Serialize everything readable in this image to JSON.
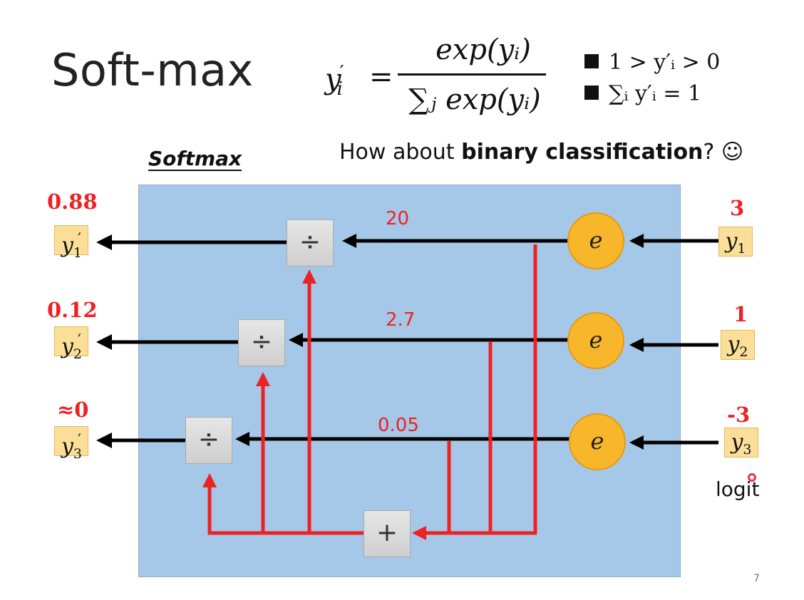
{
  "slide": {
    "title": "Soft-max",
    "formula": {
      "lhs": "y",
      "lhs_prime": "′",
      "lhs_sub": "i",
      "equals": "=",
      "numerator": "exp(yᵢ)",
      "denominator": "∑ⱼ exp(yᵢ)"
    },
    "properties": [
      {
        "text": "1 > y′ᵢ > 0"
      },
      {
        "text": "∑ᵢ y′ᵢ = 1"
      }
    ],
    "softmax_label": "Softmax",
    "question_pre": "How about ",
    "question_bold": "binary classification",
    "question_post": "? ☺",
    "logit_label": "logit",
    "page_number": "7"
  },
  "diagram": {
    "rows": [
      {
        "input_value": "3",
        "input_label": "y",
        "input_sub": "1",
        "exp_value": "20",
        "output_value": "0.88",
        "output_label": "y",
        "output_sub": "1"
      },
      {
        "input_value": "1",
        "input_label": "y",
        "input_sub": "2",
        "exp_value": "2.7",
        "output_value": "0.12",
        "output_label": "y",
        "output_sub": "2"
      },
      {
        "input_value": "-3",
        "input_label": "y",
        "input_sub": "3",
        "exp_value": "0.05",
        "output_value": "≈0",
        "output_label": "y",
        "output_sub": "3"
      }
    ],
    "exp_symbol": "e",
    "divide_symbol": "÷",
    "sum_symbol": "+",
    "colors": {
      "box": "#a6c8e8",
      "red": "#ee2222",
      "circle": "#f8b62a",
      "label_bg": "#fbdf99"
    }
  }
}
